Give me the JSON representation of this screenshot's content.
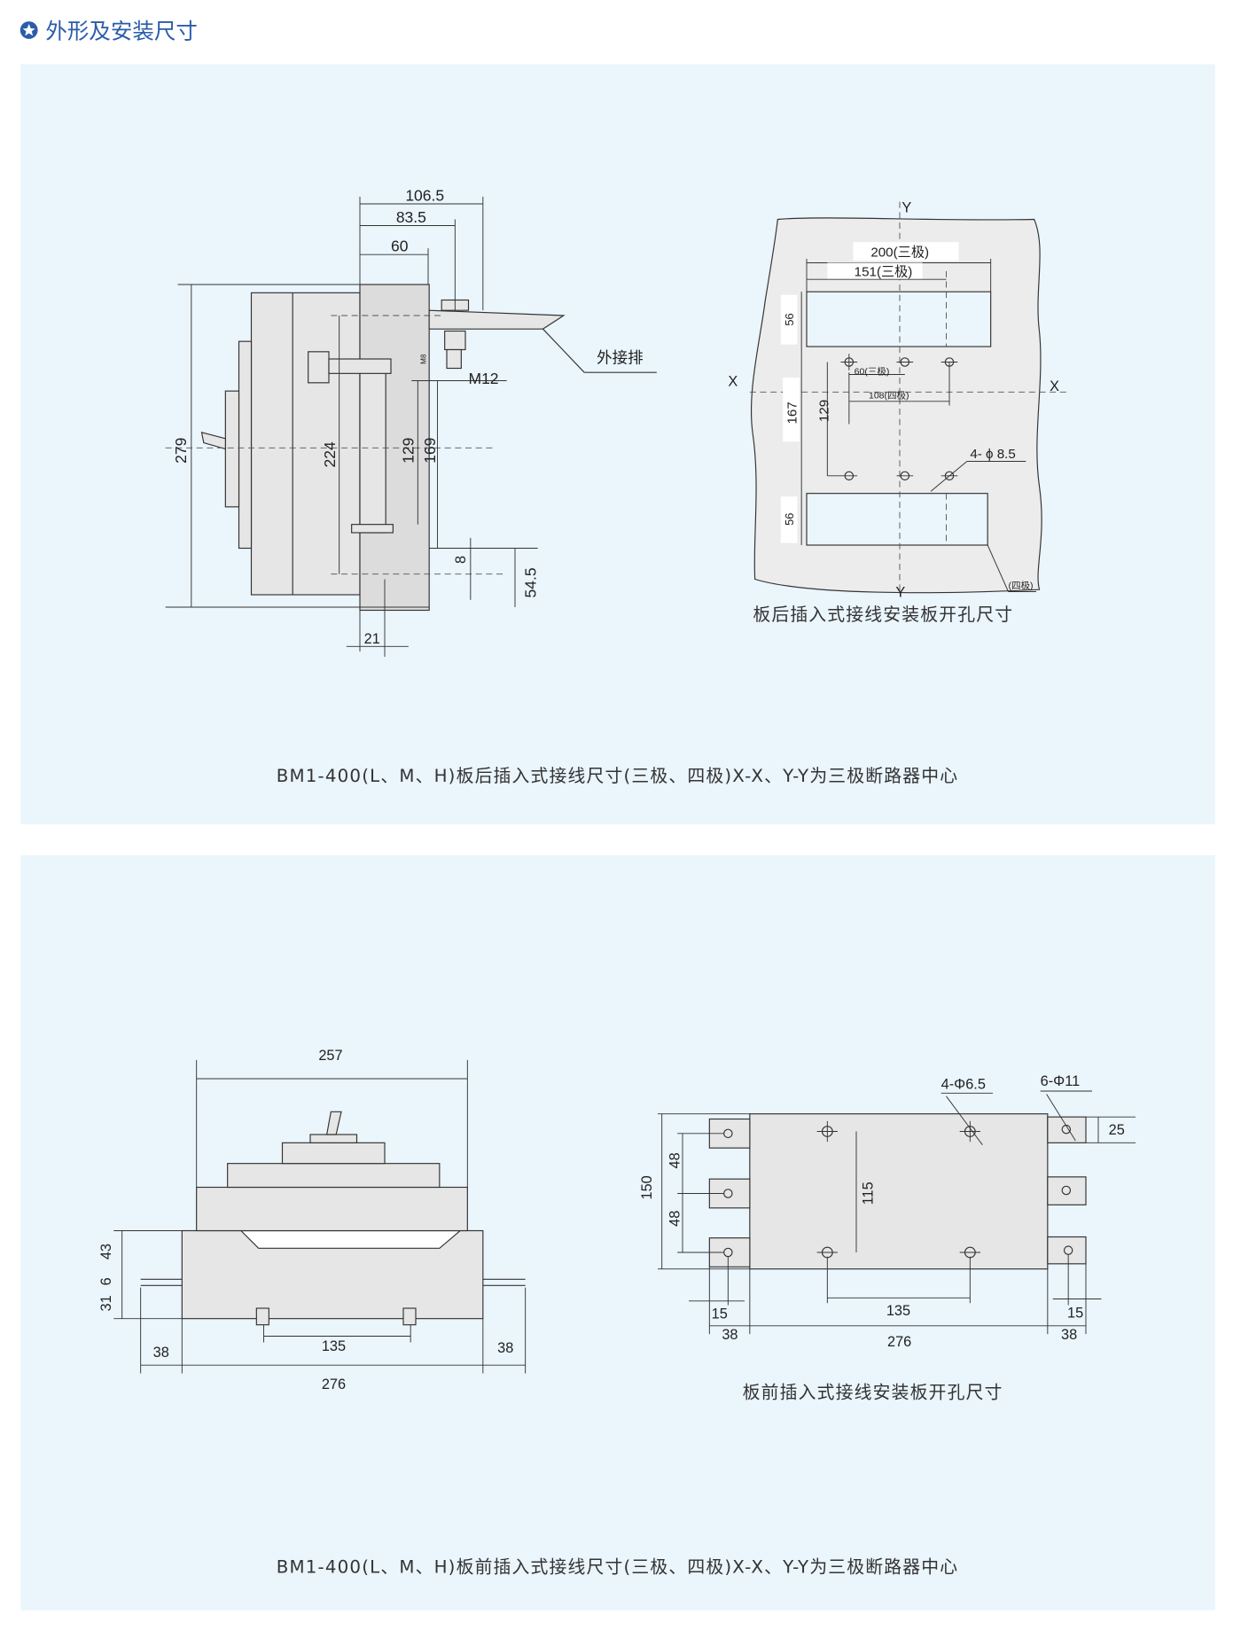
{
  "header": {
    "title": "外形及安装尺寸",
    "icon": "star-circle-icon",
    "color": "#2a5caa"
  },
  "panel_rear": {
    "caption": "BM1-400(L、M、H)板后插入式接线尺寸(三极、四极)X-X、Y-Y为三极断路器中心",
    "side_view": {
      "dims": {
        "d106_5": "106.5",
        "d83_5": "83.5",
        "d60": "60",
        "d279": "279",
        "d224": "224",
        "d129": "129",
        "d169": "169",
        "d8": "8",
        "d54_5": "54.5",
        "d21": "21",
        "m12": "M12",
        "m8": "M8"
      },
      "busbar_label": "外接排"
    },
    "cutout": {
      "title": "板后插入式接线安装板开孔尺寸",
      "dims": {
        "d200": "200(三极)",
        "d151": "151(三极)",
        "d56a": "56",
        "d56b": "56",
        "d167": "167",
        "d129": "129",
        "d60": "60(三极)",
        "d108": "108(四极)",
        "holes": "4- ϕ 8.5",
        "four_pole": "(四极)"
      },
      "axes": {
        "x": "X",
        "y": "Y"
      }
    }
  },
  "panel_front": {
    "caption": "BM1-400(L、M、H)板前插入式接线尺寸(三极、四极)X-X、Y-Y为三极断路器中心",
    "front_view": {
      "dims": {
        "d257": "257",
        "d43": "43",
        "d6": "6",
        "d31": "31",
        "d38l": "38",
        "d135": "135",
        "d38r": "38",
        "d276": "276"
      }
    },
    "cutout": {
      "title": "板前插入式接线安装板开孔尺寸",
      "dims": {
        "holes_small": "4-Φ6.5",
        "holes_large": "6-Φ11",
        "d25": "25",
        "d150": "150",
        "d48a": "48",
        "d48b": "48",
        "d115": "115",
        "d135": "135",
        "d15l": "15",
        "d38l": "38",
        "d276": "276",
        "d15r": "15",
        "d38r": "38"
      }
    }
  }
}
